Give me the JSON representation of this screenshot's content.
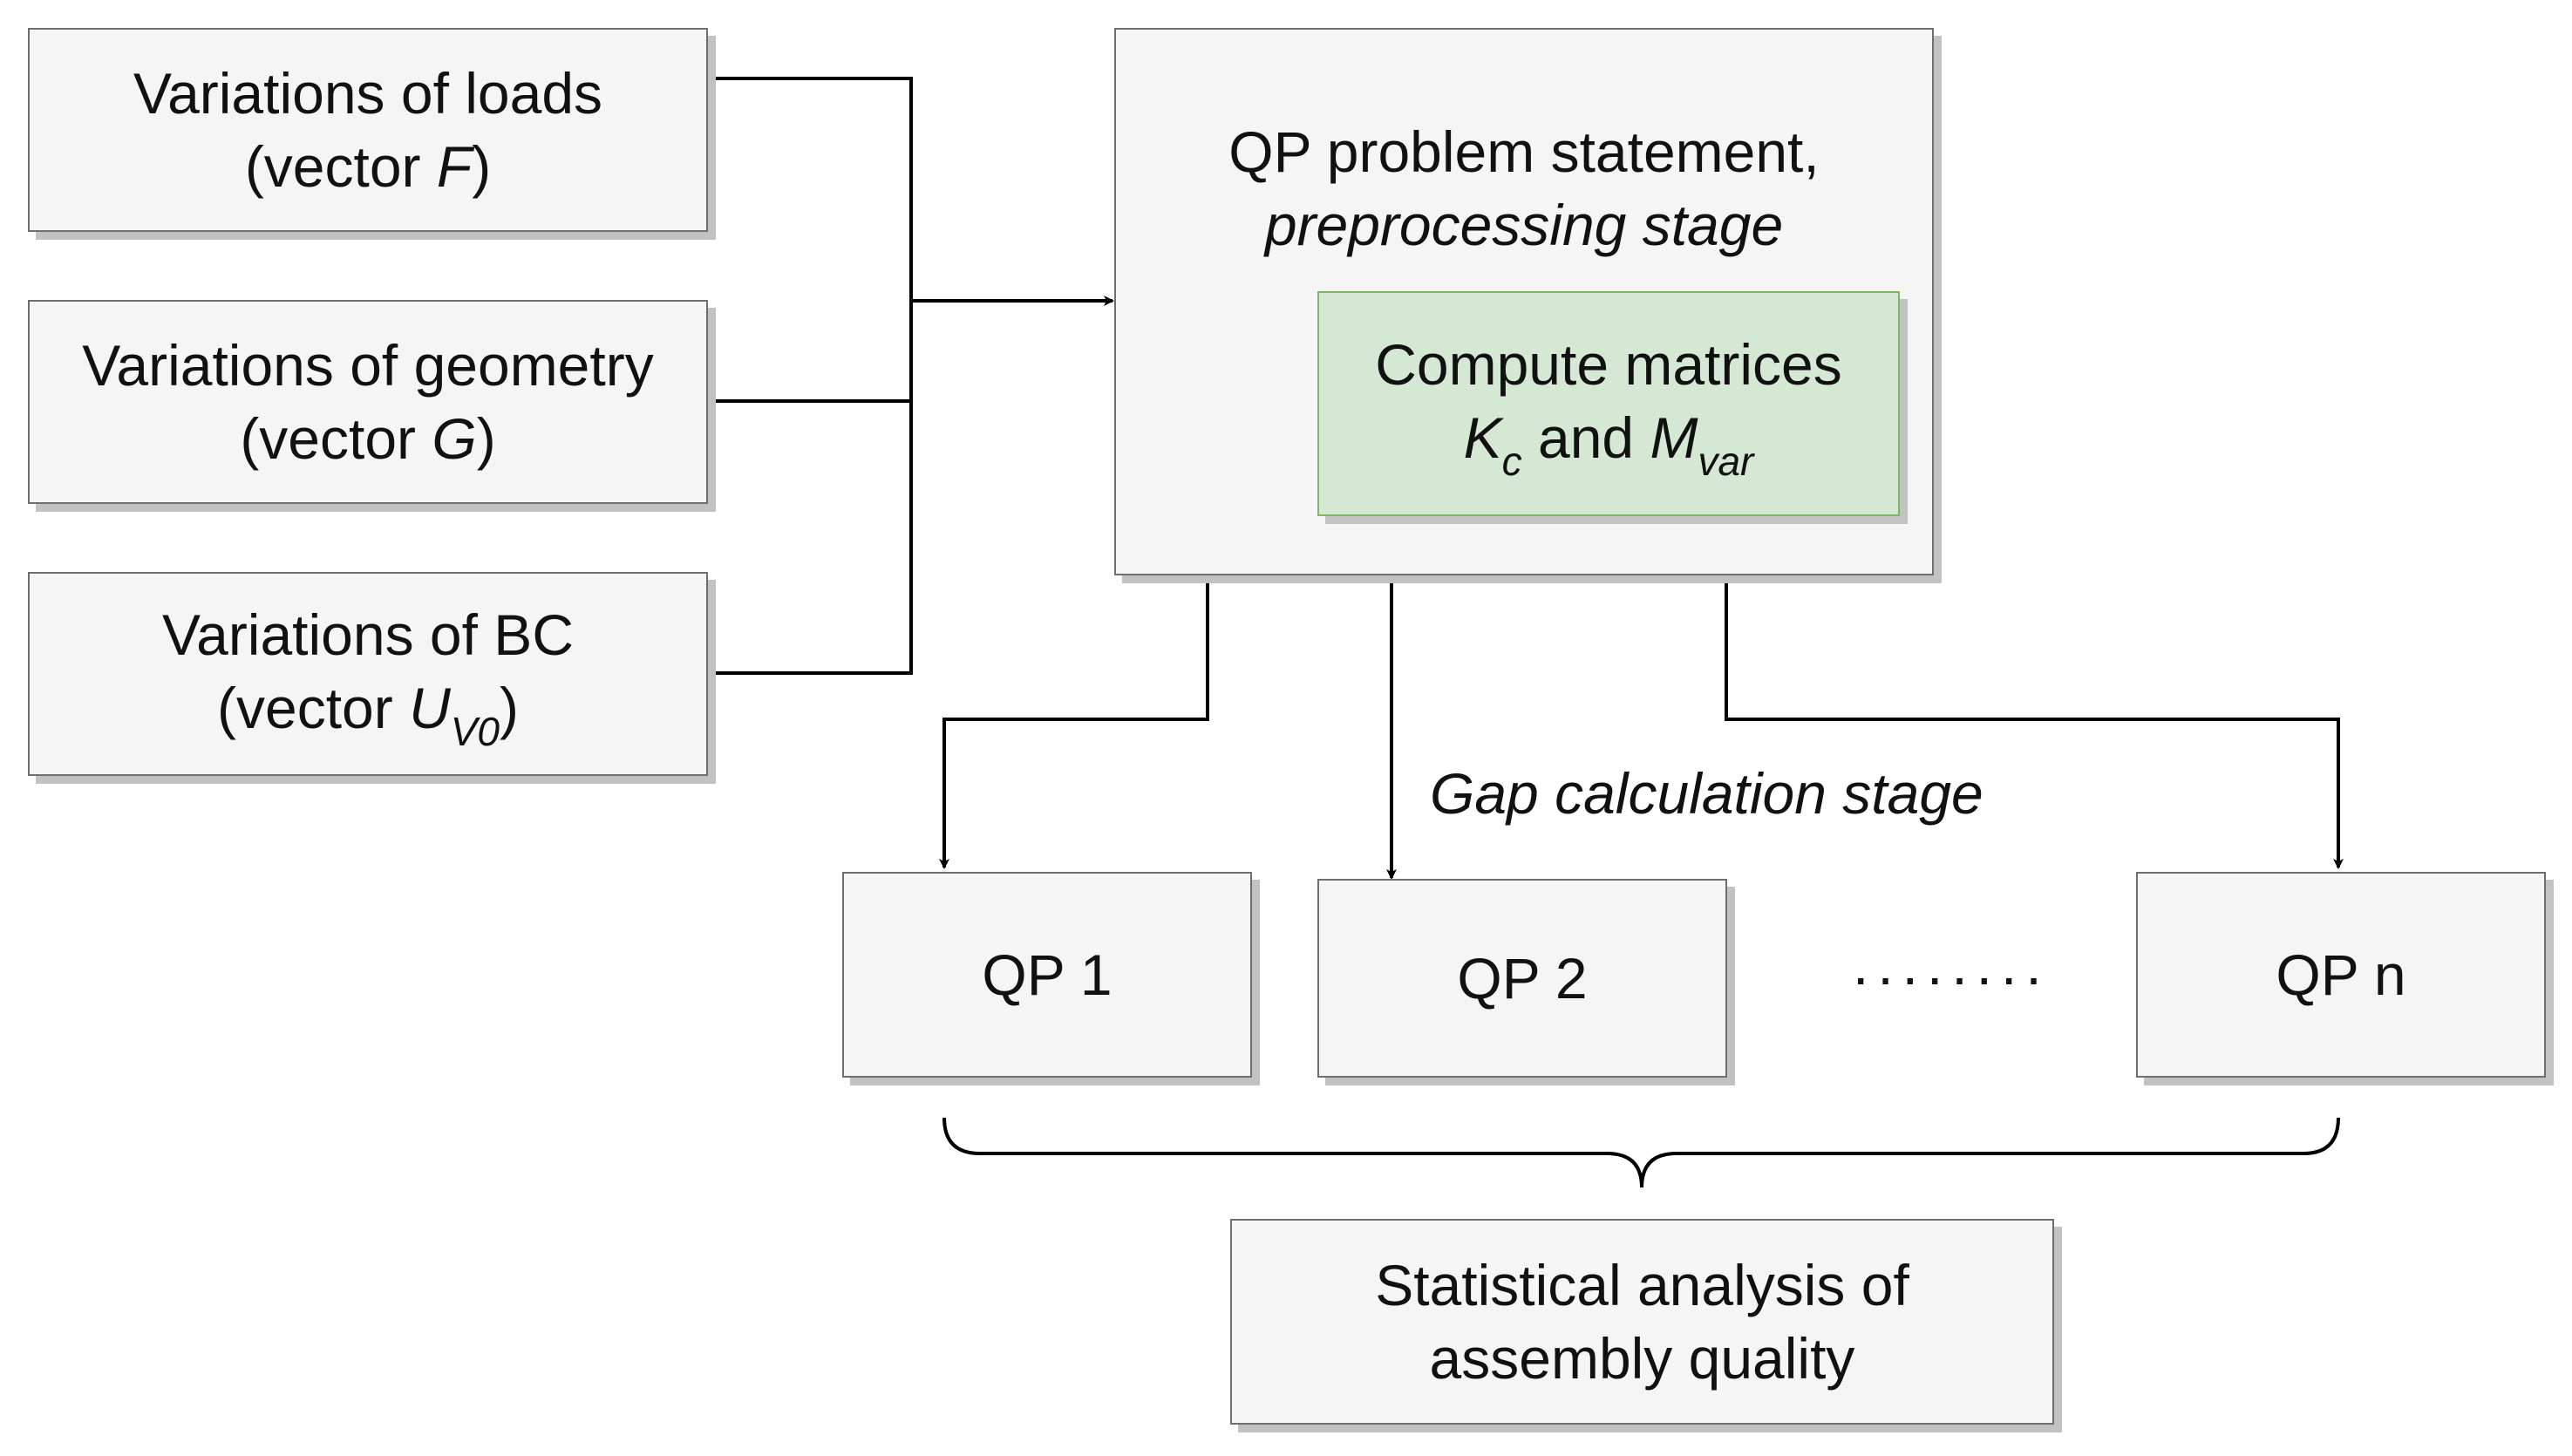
{
  "inputs": {
    "loads": {
      "line1": "Variations of loads",
      "prefix": "(vector ",
      "var": "F",
      "suffix": ")"
    },
    "geometry": {
      "line1": "Variations of geometry",
      "prefix": "(vector ",
      "var": "G",
      "suffix": ")"
    },
    "bc": {
      "line1": "Variations of BC",
      "prefix": "(vector ",
      "var": "U",
      "sub": "V0",
      "suffix": ")"
    }
  },
  "preprocessing": {
    "line1": "QP problem statement,",
    "line2": "preprocessing stage"
  },
  "compute": {
    "line1": "Compute matrices",
    "k": "K",
    "k_sub": "c",
    "and": " and ",
    "m": "M",
    "m_sub": "var"
  },
  "gap_label": "Gap calculation stage",
  "qp_boxes": [
    "QP 1",
    "QP 2",
    "QP n"
  ],
  "ellipsis": "........",
  "statistics": {
    "line1": "Statistical analysis of",
    "line2": "assembly quality"
  },
  "colors": {
    "box_fill": "#f5f5f5",
    "box_border": "#6f6f6f",
    "green_fill": "#d5e8d4",
    "green_border": "#82b366",
    "shadow": "#c2c2c2",
    "line": "#000000"
  }
}
